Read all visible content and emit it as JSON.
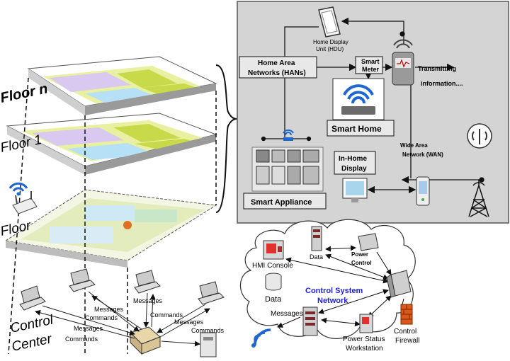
{
  "left_stack": {
    "floor_n": "Floor n",
    "floor_1": "Floor 1",
    "floor_0": "Floor",
    "control_center_line1": "Control",
    "control_center_line2": "Center",
    "messages_label": "Messages",
    "commands_label": "Commands"
  },
  "han_panel": {
    "home_display_unit_line1": "Home Display",
    "home_display_unit_line2": "Unit (HDU)",
    "home_area_networks_line1": "Home Area",
    "home_area_networks_line2": "Networks (HANs)",
    "smart_meter_line1": "Smart",
    "smart_meter_line2": "Meter",
    "transmitting_line1": "Transmitting",
    "transmitting_line2": "information....",
    "smart_home": "Smart Home",
    "wide_area_network_line1": "Wide Area",
    "wide_area_network_line2": "Network (WAN)",
    "in_home_display_line1": "In-Home",
    "in_home_display_line2": "Display",
    "smart_appliance": "Smart Appliance"
  },
  "control_network": {
    "hmi_console": "HMI Console",
    "data_top": "Data",
    "power_control_line1": "Power",
    "power_control_line2": "Control",
    "data_left": "Data",
    "title_line1": "Control System",
    "title_line2": "Network",
    "messages": "Messages",
    "power_status_line1": "Power Status",
    "power_status_line2": "Workstation",
    "control_firewall_line1": "Control",
    "control_firewall_line2": "Firewall"
  },
  "colors": {
    "panel_bg": "#d4d4d4",
    "network_title": "#1f1fd6",
    "wifi_blue": "#1e66d0",
    "floor_green": "#c8d94a",
    "floor_purple": "#d9c8f0"
  }
}
